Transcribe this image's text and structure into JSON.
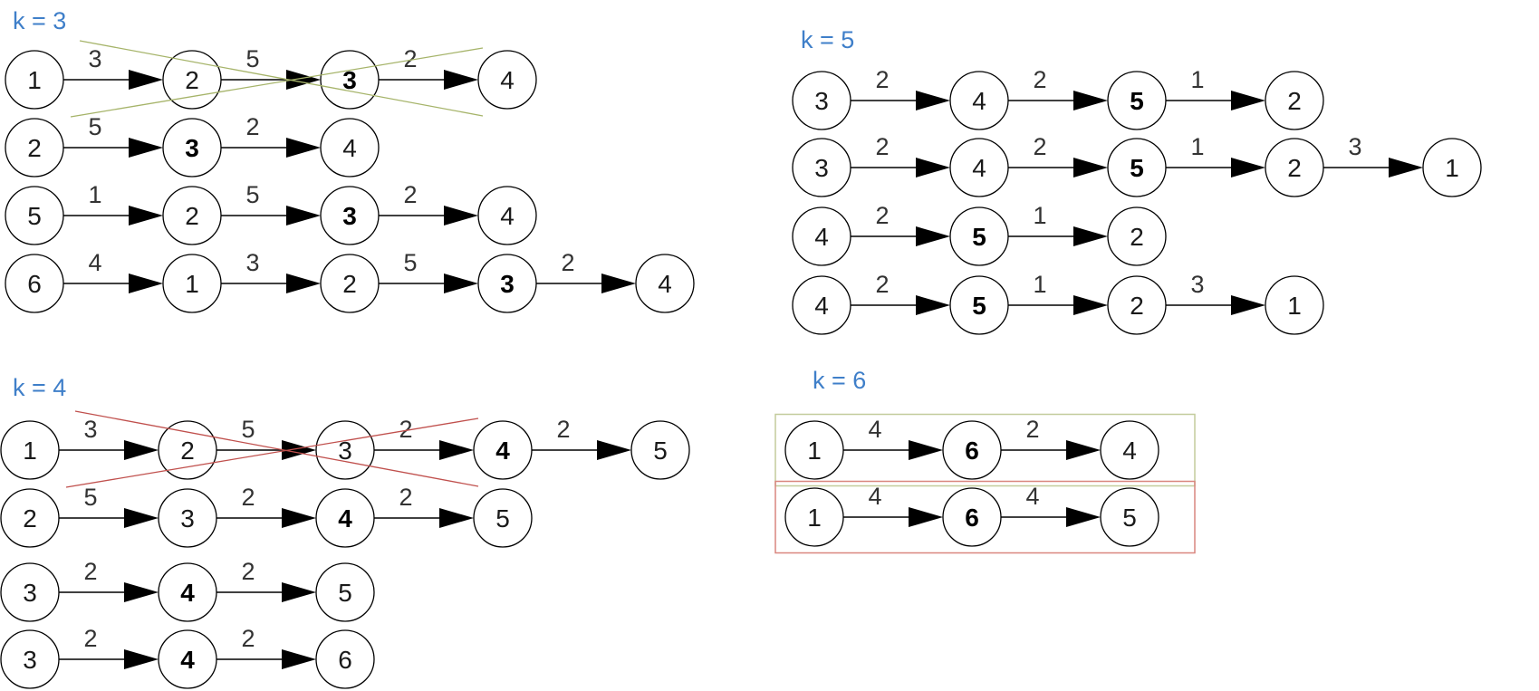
{
  "colors": {
    "label_blue": "#3f7fc9",
    "cross_olive": "#a6b46a",
    "cross_red": "#c0504d",
    "box_olive": "#c3cc9c",
    "box_red": "#d9867f"
  },
  "panels": [
    {
      "k_label": "k = 3",
      "rows": [
        {
          "nodes": [
            "1",
            "2",
            "3",
            "4"
          ],
          "bold": [
            2
          ],
          "weights": [
            "3",
            "5",
            "2"
          ],
          "cross": "olive"
        },
        {
          "nodes": [
            "2",
            "3",
            "4"
          ],
          "bold": [
            1
          ],
          "weights": [
            "5",
            "2"
          ]
        },
        {
          "nodes": [
            "5",
            "2",
            "3",
            "4"
          ],
          "bold": [
            2
          ],
          "weights": [
            "1",
            "5",
            "2"
          ]
        },
        {
          "nodes": [
            "6",
            "1",
            "2",
            "3",
            "4"
          ],
          "bold": [
            3
          ],
          "weights": [
            "4",
            "3",
            "5",
            "2"
          ]
        }
      ]
    },
    {
      "k_label": "k = 5",
      "rows": [
        {
          "nodes": [
            "3",
            "4",
            "5",
            "2"
          ],
          "bold": [
            2
          ],
          "weights": [
            "2",
            "2",
            "1"
          ]
        },
        {
          "nodes": [
            "3",
            "4",
            "5",
            "2",
            "1"
          ],
          "bold": [
            2
          ],
          "weights": [
            "2",
            "2",
            "1",
            "3"
          ]
        },
        {
          "nodes": [
            "4",
            "5",
            "2"
          ],
          "bold": [
            1
          ],
          "weights": [
            "2",
            "1"
          ]
        },
        {
          "nodes": [
            "4",
            "5",
            "2",
            "1"
          ],
          "bold": [
            1
          ],
          "weights": [
            "2",
            "1",
            "3"
          ]
        }
      ]
    },
    {
      "k_label": "k = 4",
      "rows": [
        {
          "nodes": [
            "1",
            "2",
            "3",
            "4",
            "5"
          ],
          "bold": [
            3
          ],
          "weights": [
            "3",
            "5",
            "2",
            "2"
          ],
          "cross": "red"
        },
        {
          "nodes": [
            "2",
            "3",
            "4",
            "5"
          ],
          "bold": [
            2
          ],
          "weights": [
            "5",
            "2",
            "2"
          ]
        },
        {
          "nodes": [
            "3",
            "4",
            "5"
          ],
          "bold": [
            1
          ],
          "weights": [
            "2",
            "2"
          ]
        },
        {
          "nodes": [
            "3",
            "4",
            "6"
          ],
          "bold": [
            1
          ],
          "weights": [
            "2",
            "2"
          ]
        }
      ]
    },
    {
      "k_label": "k = 6",
      "rows": [
        {
          "nodes": [
            "1",
            "6",
            "4"
          ],
          "bold": [
            1
          ],
          "weights": [
            "4",
            "2"
          ],
          "box": "olive"
        },
        {
          "nodes": [
            "1",
            "6",
            "5"
          ],
          "bold": [
            1
          ],
          "weights": [
            "4",
            "4"
          ],
          "box": "red"
        }
      ]
    }
  ]
}
